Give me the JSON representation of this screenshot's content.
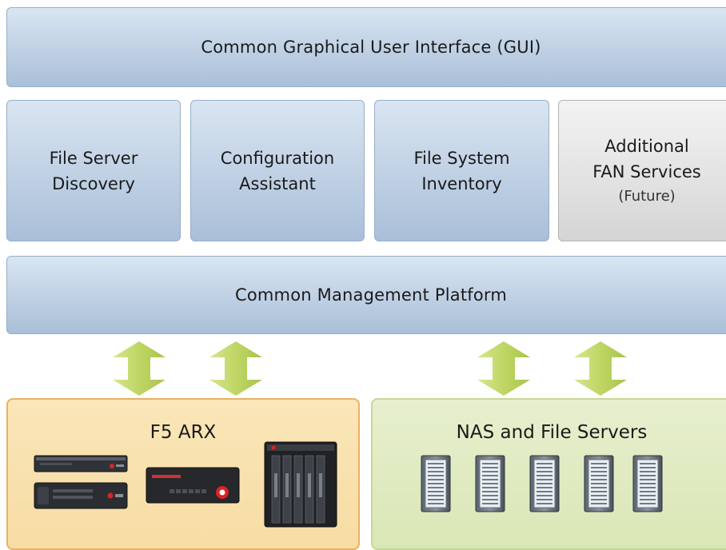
{
  "top_bar": {
    "label": "Common Graphical User Interface (GUI)"
  },
  "services": [
    {
      "line1": "File Server",
      "line2": "Discovery",
      "sub": ""
    },
    {
      "line1": "Configuration",
      "line2": "Assistant",
      "sub": ""
    },
    {
      "line1": "File System",
      "line2": "Inventory",
      "sub": ""
    },
    {
      "line1": "Additional",
      "line2": "FAN Services",
      "sub": "(Future)"
    }
  ],
  "platform_bar": {
    "label": "Common Management Platform"
  },
  "arx_panel": {
    "title": "F5 ARX"
  },
  "nas_panel": {
    "title": "NAS and File Servers"
  },
  "colors": {
    "blue_box": "#bfd0e4",
    "gray_box": "#e3e3e3",
    "arrow": "#c2d96b",
    "arx_panel": "#f7dca4",
    "arx_border": "#eab165",
    "nas_panel": "#d9e7b5",
    "nas_border": "#c6d896"
  },
  "icons": {
    "arrows": "double-vertical-arrow-icon",
    "arx_devices": [
      "rack-appliance-1u-icon",
      "rack-appliance-2u-icon",
      "arx-4u-appliance-icon",
      "arx-chassis-icon"
    ],
    "servers": "tower-server-icon"
  }
}
